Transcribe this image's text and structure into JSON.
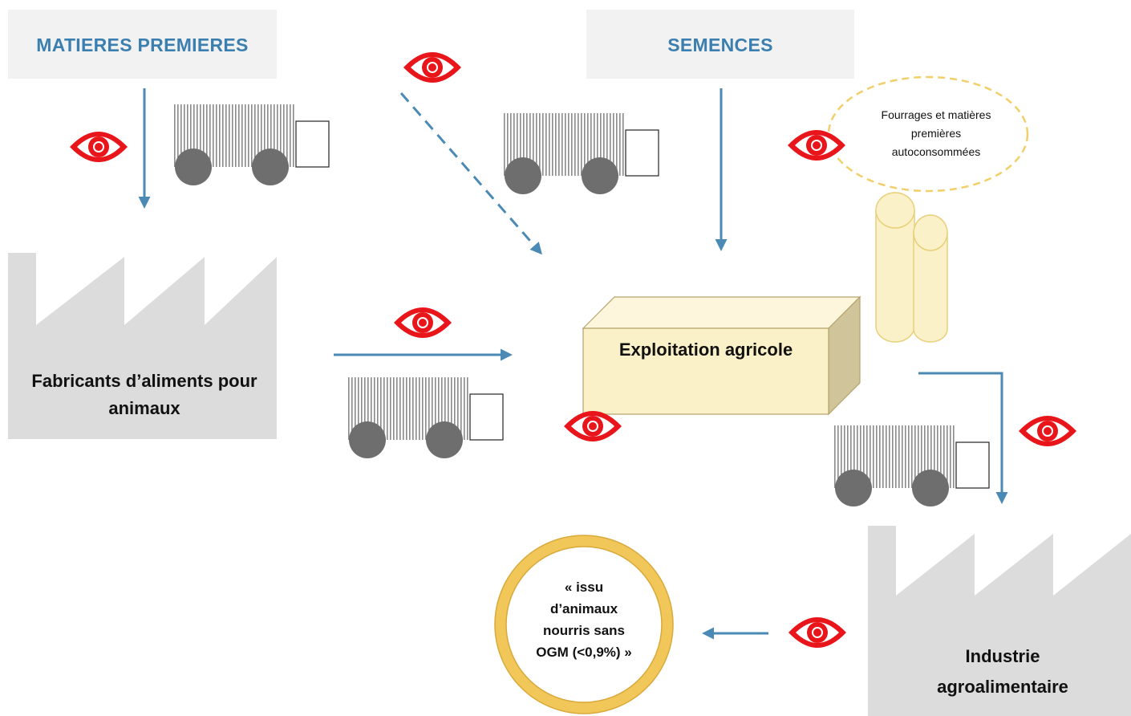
{
  "sources": {
    "raw_materials": "MATIERES PREMIERES",
    "seeds": "SEMENCES"
  },
  "nodes": {
    "feed_makers": "Fabricants d’aliments pour animaux",
    "farm": "Exploitation agricole",
    "food_industry": "Industrie agroalimentaire",
    "self_consumed": "Fourrages et matières premières autoconsommées"
  },
  "label_badge": {
    "line1": "« issu",
    "line2": "d’animaux",
    "line3": "nourris sans",
    "line4": "OGM (<0,9%) »"
  },
  "colors": {
    "arrow": "#4a8ab5",
    "eye": "#e8161b",
    "box_fill": "#fbf1c8",
    "factory": "#dcdcdc",
    "truck_wheel": "#6e6e6e",
    "badge_ring": "#f1c75a"
  },
  "icons": [
    "eye-icon",
    "truck-icon",
    "factory-icon",
    "hay-bale-icon"
  ]
}
